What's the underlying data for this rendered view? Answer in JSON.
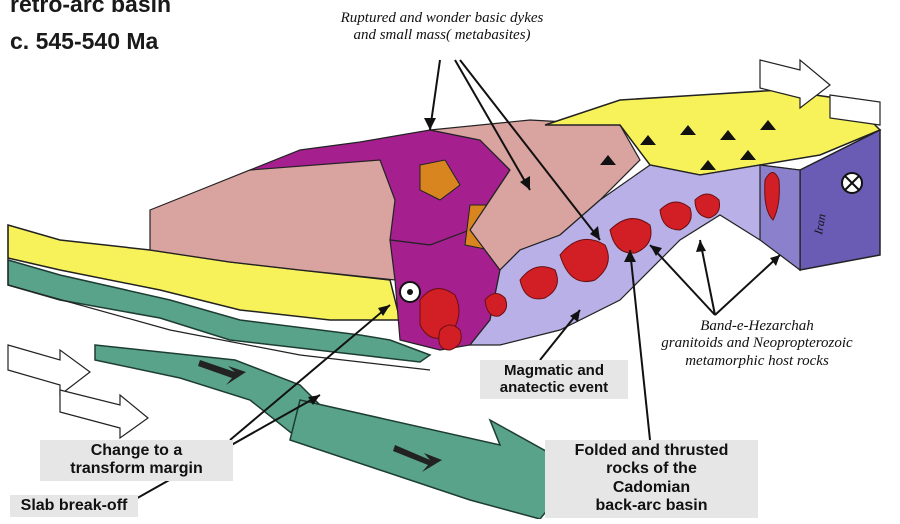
{
  "title": {
    "line1": "retro-arc basin",
    "line2": "c. 545-540 Ma"
  },
  "labels": {
    "dykes_line1": "Ruptured and wonder basic dykes",
    "dykes_line2": "and small mass( metabasites)",
    "bandehezarchah_line1": "Band-e-Hezarchah",
    "bandehezarchah_line2": "granitoids  and Neopropterozoic",
    "bandehezarchah_line3": "metamorphic host rocks",
    "magmatic_line1": "Magmatic and",
    "magmatic_line2": "anatectic event",
    "transform_line1": "Change to a",
    "transform_line2": "transform margin",
    "slab": "Slab break-off",
    "folded_line1": "Folded and thrusted",
    "folded_line2": "rocks of the",
    "folded_line3": "Cadomian",
    "folded_line4": "back-arc basin",
    "iran": "Iran"
  },
  "colors": {
    "yellow": "#f7f25a",
    "pink": "#d9a3a0",
    "magenta": "#a51f8f",
    "purple_block": "#6a5bb4",
    "lavender": "#b8b0e6",
    "red": "#d21f25",
    "slab_green": "#5aa38b",
    "orange": "#d9851f"
  }
}
